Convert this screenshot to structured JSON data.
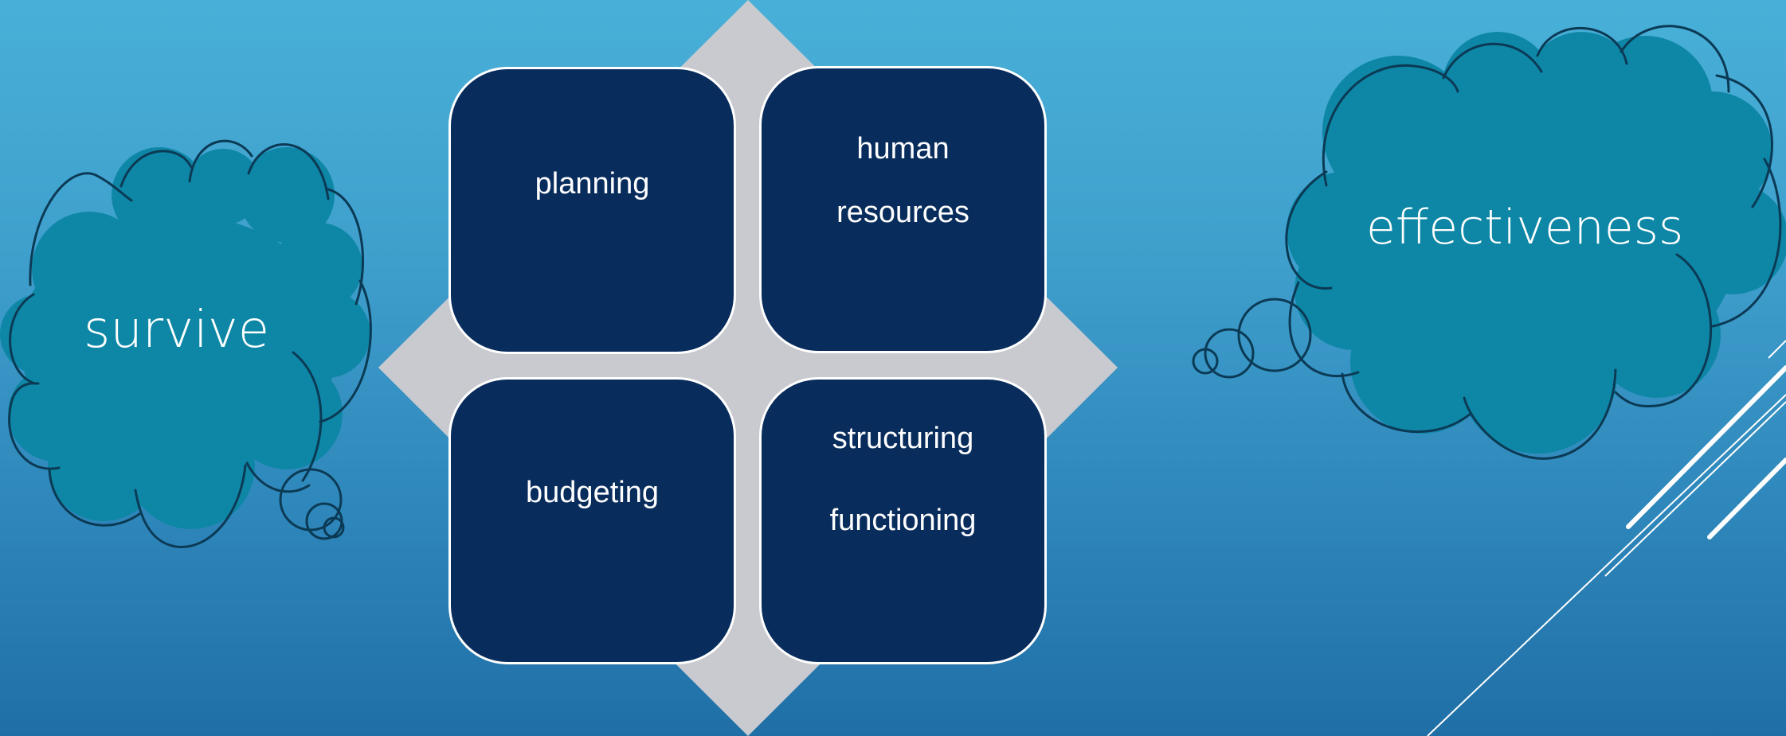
{
  "slide": {
    "background_top": "#48b0d8",
    "background_bottom": "#1f6fa6"
  },
  "colors": {
    "cloud_fill": "#0e87a6",
    "cloud_stroke": "#0b3a55",
    "box_fill": "#082c5c",
    "box_border": "#ffffff",
    "diamond": "#c9cad0",
    "deco_line": "#ffffff"
  },
  "clouds": {
    "left": {
      "label": "survive"
    },
    "right": {
      "label": "effectiveness"
    }
  },
  "matrix": {
    "cells": [
      {
        "lines": [
          "planning"
        ]
      },
      {
        "lines": [
          "human",
          "resources"
        ]
      },
      {
        "lines": [
          "budgeting"
        ]
      },
      {
        "lines": [
          "structuring",
          "functioning"
        ]
      }
    ]
  }
}
